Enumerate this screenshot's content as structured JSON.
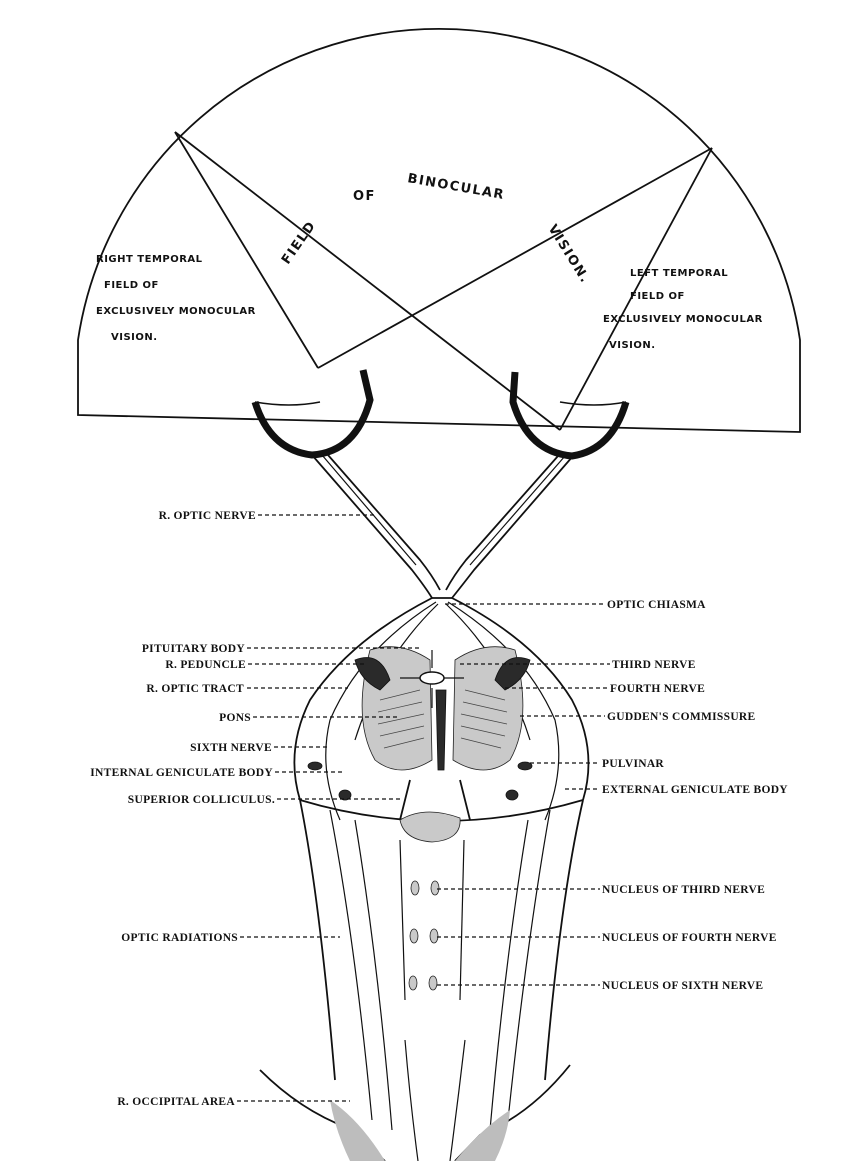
{
  "field": {
    "binocular_words": [
      "FIELD",
      "OF",
      "BINOCULAR",
      "VISION."
    ],
    "right_temporal": [
      "RIGHT TEMPORAL",
      "FIELD OF",
      "EXCLUSIVELY MONOCULAR",
      "VISION."
    ],
    "left_temporal": [
      "LEFT TEMPORAL",
      "FIELD OF",
      "EXCLUSIVELY MONOCULAR",
      "VISION."
    ]
  },
  "labels": {
    "r_optic_nerve": "R. OPTIC NERVE",
    "optic_chiasma": "OPTIC CHIASMA",
    "pituitary_body": "PITUITARY BODY",
    "r_peduncle": "R. PEDUNCLE",
    "third_nerve": "THIRD NERVE",
    "r_optic_tract": "R. OPTIC TRACT",
    "fourth_nerve": "FOURTH NERVE",
    "pons": "PONS",
    "guddens_commissure": "GUDDEN'S COMMISSURE",
    "sixth_nerve": "SIXTH NERVE",
    "pulvinar": "PULVINAR",
    "internal_geniculate_body": "INTERNAL GENICULATE BODY",
    "external_geniculate_body": "EXTERNAL GENICULATE BODY",
    "superior_colliculus": "SUPERIOR COLLICULUS.",
    "nucleus_third_nerve": "NUCLEUS OF THIRD NERVE",
    "optic_radiations": "OPTIC RADIATIONS",
    "nucleus_fourth_nerve": "NUCLEUS OF FOURTH NERVE",
    "nucleus_sixth_nerve": "NUCLEUS OF SIXTH NERVE",
    "r_occipital_area": "R. OCCIPITAL AREA"
  }
}
